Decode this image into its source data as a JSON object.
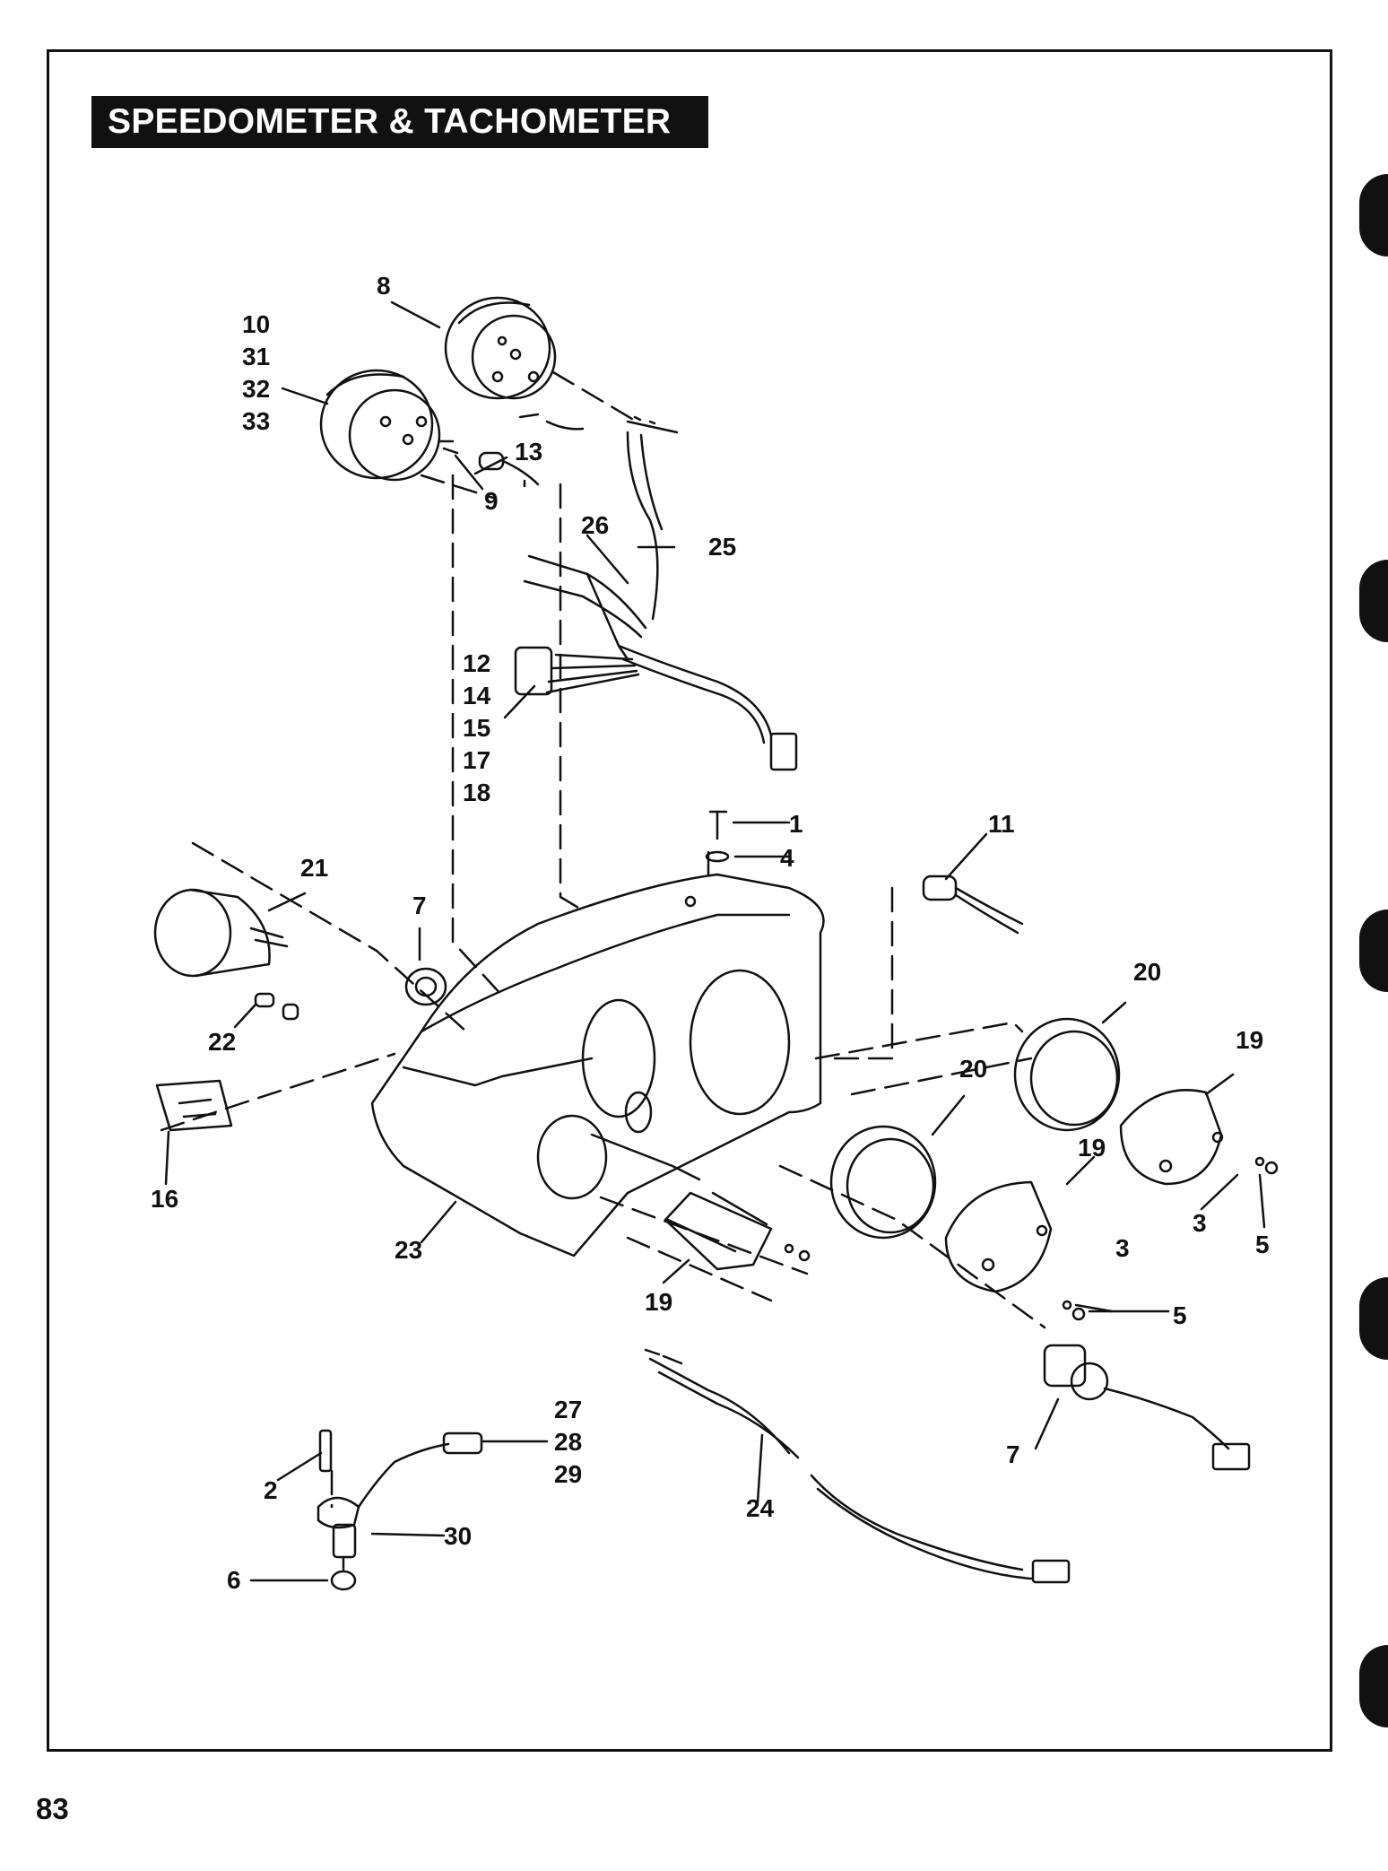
{
  "header": {
    "title": "SPEEDOMETER & TACHOMETER"
  },
  "footer": {
    "page_number": "83"
  },
  "callouts": {
    "c1": "1",
    "c2": "2",
    "c3a": "3",
    "c3b": "3",
    "c4": "4",
    "c5a": "5",
    "c5b": "5",
    "c6": "6",
    "c7a": "7",
    "c7b": "7",
    "c8": "8",
    "c9": "9",
    "c11": "11",
    "c13": "13",
    "c16": "16",
    "c19a": "19",
    "c19b": "19",
    "c19c": "19",
    "c20a": "20",
    "c20b": "20",
    "c21": "21",
    "c22": "22",
    "c23": "23",
    "c24": "24",
    "c25": "25",
    "c26": "26",
    "c30": "30"
  },
  "callout_groups": {
    "g_speedo": [
      "10",
      "31",
      "32",
      "33"
    ],
    "g_harness": [
      "12",
      "14",
      "15",
      "17",
      "18"
    ],
    "g_sensor_connector": [
      "27",
      "28",
      "29"
    ]
  }
}
